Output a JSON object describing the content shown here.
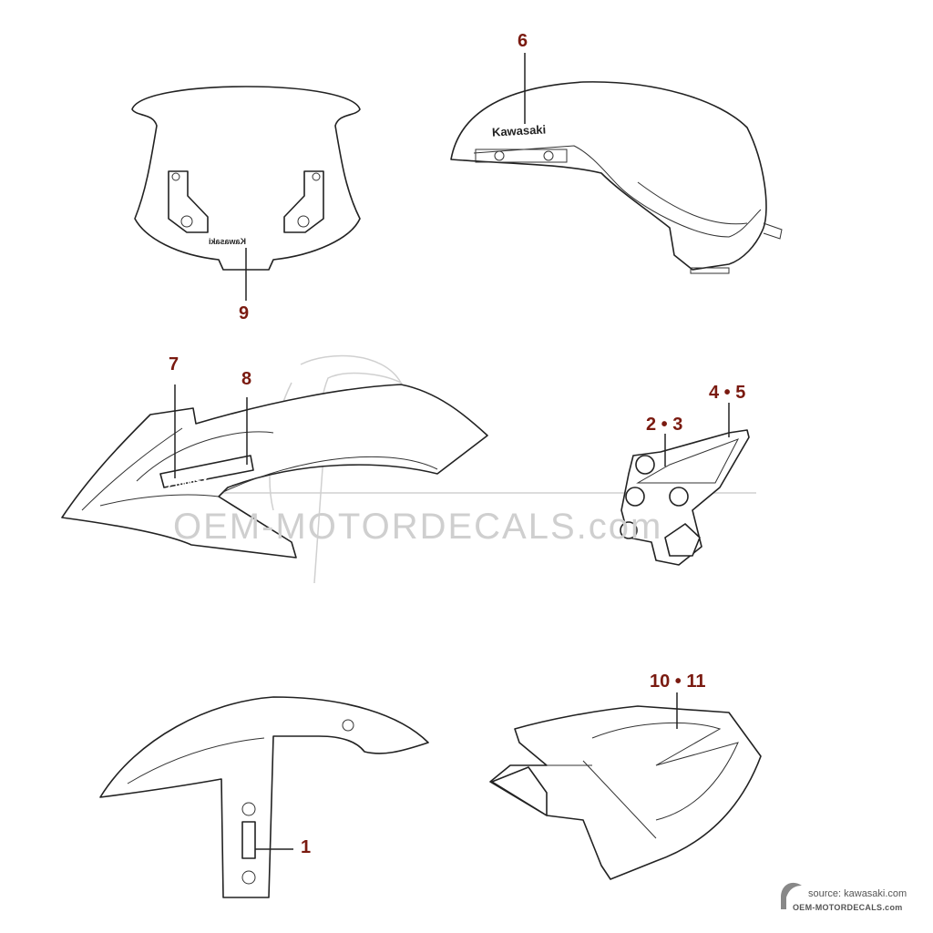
{
  "callouts": {
    "c1": "1",
    "c6": "6",
    "c7": "7",
    "c8": "8",
    "c9": "9",
    "c23": "2 • 3",
    "c45": "4 • 5",
    "c1011": "10 • 11"
  },
  "decals": {
    "kawasaki": "Kawasaki",
    "model": "Z1000SX"
  },
  "watermark": "OEM-MOTORDECALS.com",
  "footer": {
    "source": "source: kawasaki.com",
    "site": "OEM-MOTORDECALS.com"
  },
  "colors": {
    "callout": "#7a1a10",
    "line": "#222222"
  }
}
